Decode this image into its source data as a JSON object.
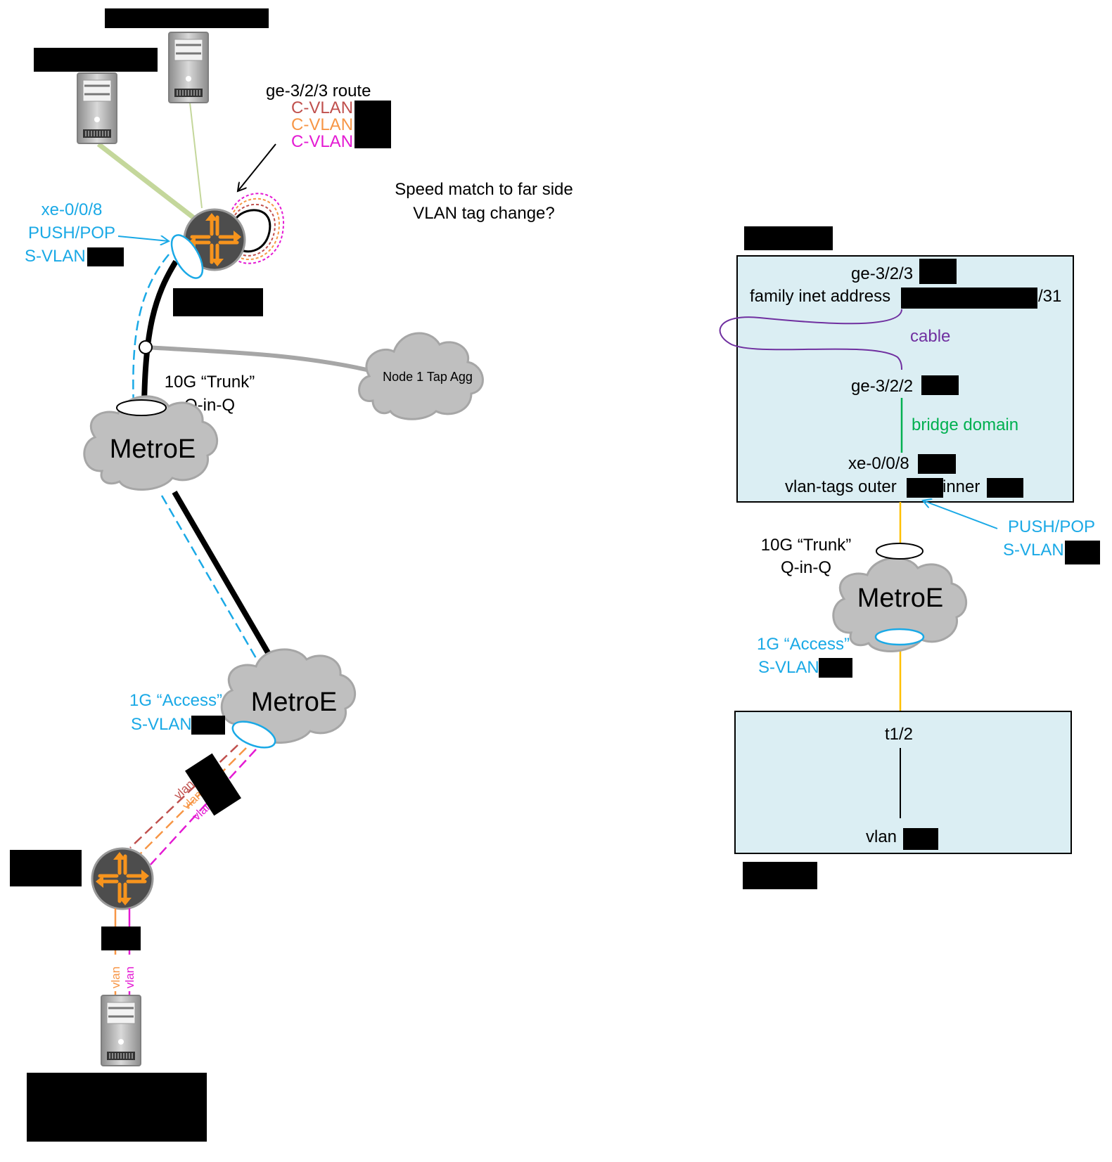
{
  "left": {
    "route_label": "ge-3/2/3 route",
    "cvlans": [
      {
        "text": "C-VLAN",
        "color": "#c0504d"
      },
      {
        "text": "C-VLAN",
        "color": "#f79646"
      },
      {
        "text": "C-VLAN",
        "color": "#e41ad3"
      }
    ],
    "speed_note": [
      "Speed match to far side",
      "VLAN tag change?"
    ],
    "iface_labels": [
      "xe-0/0/8",
      "PUSH/POP",
      "S-VLAN"
    ],
    "trunk_labels": [
      "10G “Trunk”",
      "Q-in-Q"
    ],
    "tap_cloud": "Node 1 Tap Agg",
    "metro_upper": "MetroE",
    "metro_lower": "MetroE",
    "access_labels": [
      "1G “Access”",
      "S-VLAN"
    ],
    "vlan_tags": [
      "vlan",
      "vlan",
      "vlan"
    ],
    "vlan_tags_bottom": [
      "vlan",
      "vlan"
    ]
  },
  "right": {
    "top_box": {
      "iface1": "ge-3/2/3",
      "family_prefix": "family inet address",
      "family_suffix": "/31",
      "cable": "cable",
      "iface2": "ge-3/2/2",
      "bridge": "bridge domain",
      "iface3": "xe-0/0/8",
      "vlan_outer": "vlan-tags outer",
      "vlan_inner": "inner"
    },
    "push_labels": [
      "PUSH/POP",
      "S-VLAN"
    ],
    "trunk_labels": [
      "10G “Trunk”",
      "Q-in-Q"
    ],
    "metro": "MetroE",
    "access_labels": [
      "1G “Access”",
      "S-VLAN"
    ],
    "bottom_box": {
      "iface": "t1/2",
      "vlan": "vlan"
    }
  },
  "colors": {
    "blue": "#1aa9e6",
    "cloud": "#bfbfbf",
    "box_fill": "#dbeef3",
    "purple": "#7030a0",
    "green": "#00b050",
    "yellow": "#ffc000",
    "router_orange": "#f7941d",
    "router_body": "#4d4d4d"
  }
}
